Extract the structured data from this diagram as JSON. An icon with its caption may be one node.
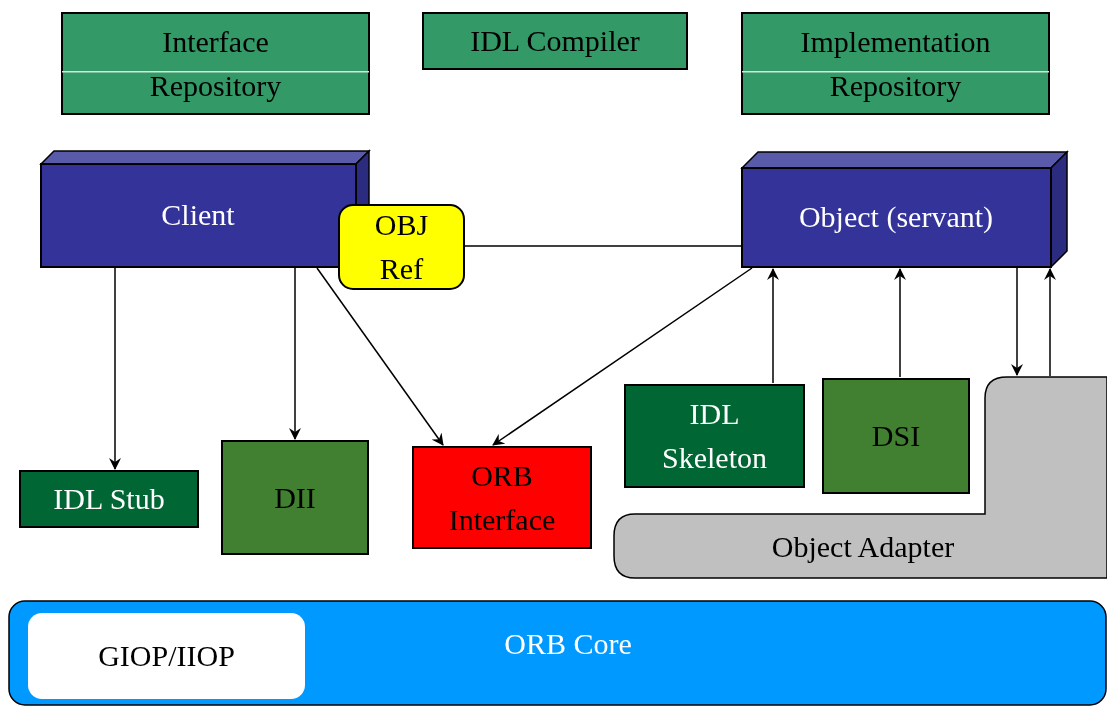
{
  "diagram": {
    "nodes": [
      {
        "text": [
          "Interface Repository"
        ]
      },
      {
        "text": [
          "IDL Compiler"
        ]
      },
      {
        "text": [
          "Implementation Repository"
        ]
      },
      {
        "text": [
          "Client"
        ]
      },
      {
        "text": [
          "OBJ Ref"
        ]
      },
      {
        "text": [
          "Object (servant)"
        ]
      },
      {
        "text": [
          "IDL Stub"
        ]
      },
      {
        "text": [
          "DII"
        ]
      },
      {
        "text": [
          "ORB Interface"
        ]
      },
      {
        "text": [
          "IDL Skeleton"
        ]
      },
      {
        "text": [
          "DSI"
        ]
      },
      {
        "text": [
          "Object Adapter"
        ]
      },
      {
        "text": [
          "ORB Core"
        ]
      },
      {
        "text": [
          "GIOP/IIOP"
        ],
        "in": 12
      }
    ],
    "edges": [
      {
        "from": 3,
        "to": 6,
        "arrow": "to"
      },
      {
        "from": 3,
        "to": 7,
        "arrow": "to"
      },
      {
        "from": 3,
        "to": 8,
        "arrow": "to"
      },
      {
        "from": 5,
        "to": 8,
        "arrow": "to"
      },
      {
        "from": 4,
        "to": 5,
        "arrow": "none"
      },
      {
        "from": 9,
        "to": 5,
        "arrow": "to"
      },
      {
        "from": 10,
        "to": 5,
        "arrow": "to"
      },
      {
        "from": 5,
        "to": 11,
        "arrow": "to"
      },
      {
        "from": 11,
        "to": 5,
        "arrow": "to"
      }
    ]
  }
}
